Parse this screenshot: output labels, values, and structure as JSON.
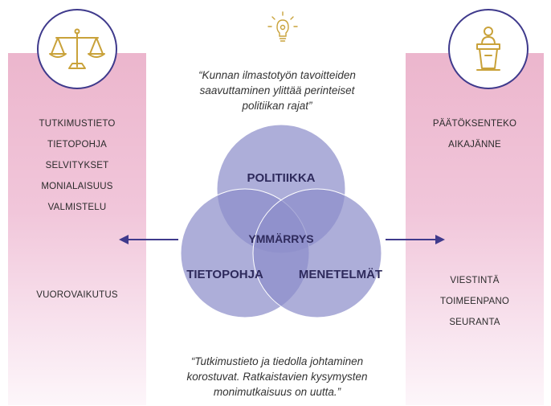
{
  "icons": {
    "top_center": "lightbulb-icon",
    "left": "scales-of-justice-icon",
    "right": "podium-speaker-icon"
  },
  "colors": {
    "navy": "#3f3a8c",
    "panel_pink": "#ecb6cd",
    "gold": "#c9a23a",
    "venn_fill": "#8d8fca"
  },
  "quote_top": {
    "line1": "“Kunnan ilmastotyön tavoitteiden",
    "line2": "saavuttaminen ylittää perinteiset",
    "line3": "politiikan rajat”"
  },
  "quote_bottom": {
    "line1": "“Tutkimustieto ja tiedolla johtaminen",
    "line2": "korostuvat. Ratkaistavien kysymysten",
    "line3": "monimutkaisuus on uutta.”"
  },
  "left_panel": {
    "items": [
      "TUTKIMUSTIETO",
      "TIETOPOHJA",
      "SELVITYKSET",
      "MONIALAISUUS",
      "VALMISTELU"
    ],
    "bottom_item": "VUOROVAIKUTUS"
  },
  "right_panel": {
    "items": [
      "PÄÄTÖKSENTEKO",
      "AIKAJÄNNE"
    ],
    "bottom_items": [
      "VIESTINTÄ",
      "TOIMEENPANO",
      "SEURANTA"
    ]
  },
  "venn": {
    "top": "POLITIIKKA",
    "left": "TIETOPOHJA",
    "right": "MENETELMÄT",
    "center": "YMMÄRRYS"
  }
}
